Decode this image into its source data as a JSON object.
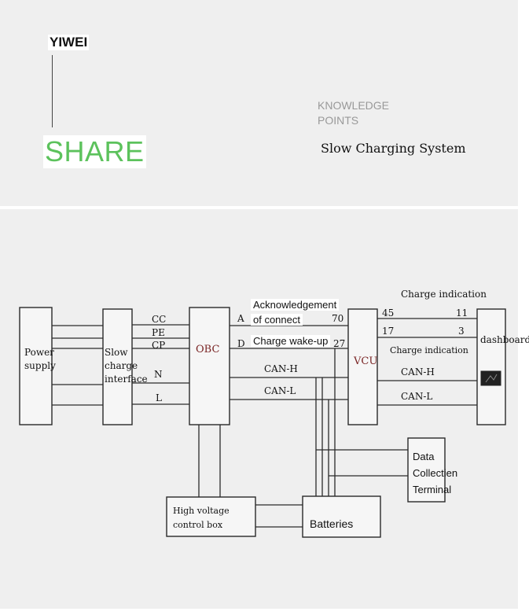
{
  "header": {
    "brand": "YIWEI",
    "share": "SHARE",
    "knowledge_line1": "KNOWLEDGE",
    "knowledge_line2": "POINTS",
    "title": "Slow Charging System"
  },
  "colors": {
    "panel_bg": "#efefef",
    "share_green": "#5cc25c",
    "line": "#2a2a2a",
    "box_fill": "#f6f6f6"
  },
  "diagram": {
    "nodes": {
      "power_supply": "Power supply",
      "slow_charge_interface": "Slow charge interface",
      "obc": "OBC",
      "vcu": "VCU",
      "dashboard": "dashboard",
      "data_collection_terminal": "Data Collectien Terminal",
      "high_voltage_control_box": "High voltage control box",
      "batteries": "Batteries"
    },
    "signals": {
      "cc": "CC",
      "pe": "PE",
      "cp": "CP",
      "n": "N",
      "l": "L",
      "pin_a": "A",
      "pin_d": "D",
      "ack_line1": "Acknowledgement",
      "ack_line2": "of connect",
      "pin_70": "70",
      "charge_wake_up": "Charge wake-up",
      "pin_27": "27",
      "can_h_left": "CAN-H",
      "can_l_left": "CAN-L",
      "charge_indication_top": "Charge indication",
      "pin_45": "45",
      "pin_11": "11",
      "pin_17": "17",
      "pin_3": "3",
      "charge_indication_mid": "Charge indication",
      "can_h_right": "CAN-H",
      "can_l_right": "CAN-L"
    }
  }
}
